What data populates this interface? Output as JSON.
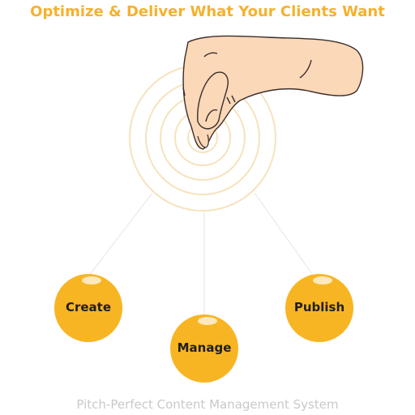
{
  "header": {
    "title": "Optimize & Deliver What Your Clients Want"
  },
  "options": [
    {
      "label": "Create"
    },
    {
      "label": "Manage"
    },
    {
      "label": "Publish"
    }
  ],
  "footer": {
    "tagline": "Pitch-Perfect Content Management System"
  },
  "colors": {
    "accent": "#f6b12c",
    "ball": "#f8b523",
    "ring": "#f6e3bd",
    "skin": "#fbd8b8",
    "tagline": "#c9c9c9"
  }
}
